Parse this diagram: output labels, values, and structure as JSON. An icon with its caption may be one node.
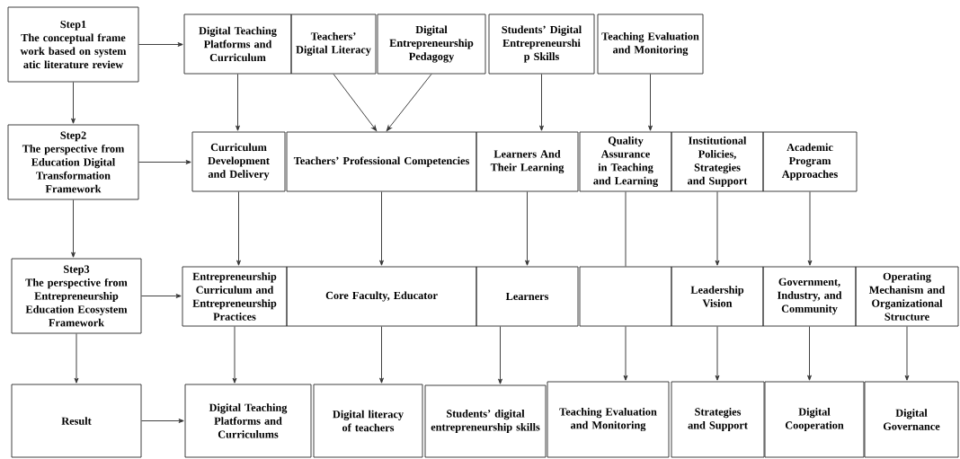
{
  "diagram": {
    "nodes": [
      {
        "text": [
          "Step1",
          "The conceptual frame work based on system atic literature review"
        ]
      },
      {
        "text": [
          "Step2",
          "The perspective from Education Digital Transformation Framework"
        ]
      },
      {
        "text": [
          "Step3",
          "The perspective from Entrepreneurship Education Ecosystem Framework"
        ]
      },
      {
        "text": [
          "Result"
        ]
      },
      {
        "text": [
          "Digital Teaching Platforms and Curriculum"
        ]
      },
      {
        "text": [
          "Teachers’ Digital Literacy"
        ]
      },
      {
        "text": [
          "Digital Entrepreneurship Pedagogy"
        ]
      },
      {
        "text": [
          "Students’ Digital Entrepreneurshi p Skills"
        ]
      },
      {
        "text": [
          "Teaching Evaluation and Monitoring"
        ]
      },
      {
        "text": [
          "Curriculum Development and Delivery"
        ]
      },
      {
        "text": [
          "Teachers’ Professional Competencies"
        ]
      },
      {
        "text": [
          "Learners And Their Learning"
        ]
      },
      {
        "text": [
          "Quality Assurance in Teaching and Learning"
        ]
      },
      {
        "text": [
          "Institutional Policies, Strategies and Support"
        ]
      },
      {
        "text": [
          "Academic Program Approaches"
        ]
      },
      {
        "text": [
          "Entrepreneurship Curriculum and Entrepreneurship Practices"
        ]
      },
      {
        "text": [
          "Core Faculty, Educator"
        ]
      },
      {
        "text": [
          "Learners"
        ]
      },
      {
        "text": [],
        "shape": "box"
      },
      {
        "text": [
          "Leadership Vision"
        ]
      },
      {
        "text": [
          "Government, Industry, and Community"
        ]
      },
      {
        "text": [
          "Operating Mechanism and Organizational Structure"
        ]
      },
      {
        "text": [
          "Digital Teaching Platforms and Curriculums"
        ]
      },
      {
        "text": [
          "Digital literacy of teachers"
        ]
      },
      {
        "text": [
          "Students’ digital entrepreneurship skills"
        ]
      },
      {
        "text": [
          "Teaching Evaluation and Monitoring"
        ]
      },
      {
        "text": [
          "Strategies and Support"
        ]
      },
      {
        "text": [
          "Digital Cooperation"
        ]
      },
      {
        "text": [
          "Digital Governance"
        ]
      }
    ],
    "edges": [
      {
        "from": 0,
        "to": 1,
        "arrow": "to"
      },
      {
        "from": 1,
        "to": 2,
        "arrow": "to"
      },
      {
        "from": 2,
        "to": 3,
        "arrow": "to"
      },
      {
        "from": 0,
        "to": 4,
        "arrow": "to"
      },
      {
        "from": 1,
        "to": 9,
        "arrow": "to"
      },
      {
        "from": 2,
        "to": 15,
        "arrow": "to"
      },
      {
        "from": 3,
        "to": 22,
        "arrow": "to"
      },
      {
        "from": 4,
        "to": 9,
        "arrow": "to"
      },
      {
        "from": 5,
        "to": 10,
        "arrow": "to"
      },
      {
        "from": 6,
        "to": 10,
        "arrow": "to"
      },
      {
        "from": 7,
        "to": 11,
        "arrow": "to"
      },
      {
        "from": 8,
        "to": 12,
        "arrow": "to"
      },
      {
        "from": 9,
        "to": 15,
        "arrow": "to"
      },
      {
        "from": 10,
        "to": 16,
        "arrow": "to"
      },
      {
        "from": 11,
        "to": 17,
        "arrow": "to"
      },
      {
        "from": 13,
        "to": 19,
        "arrow": "to"
      },
      {
        "from": 14,
        "to": 20,
        "arrow": "to"
      },
      {
        "from": 15,
        "to": 22,
        "arrow": "to"
      },
      {
        "from": 16,
        "to": 23,
        "arrow": "to"
      },
      {
        "from": 17,
        "to": 24,
        "arrow": "to"
      },
      {
        "from": 12,
        "to": 18,
        "arrow": "none"
      },
      {
        "from": 18,
        "to": 25,
        "arrow": "to"
      },
      {
        "from": 19,
        "to": 26,
        "arrow": "to"
      },
      {
        "from": 20,
        "to": 27,
        "arrow": "to"
      },
      {
        "from": 21,
        "to": 28,
        "arrow": "to"
      }
    ]
  }
}
